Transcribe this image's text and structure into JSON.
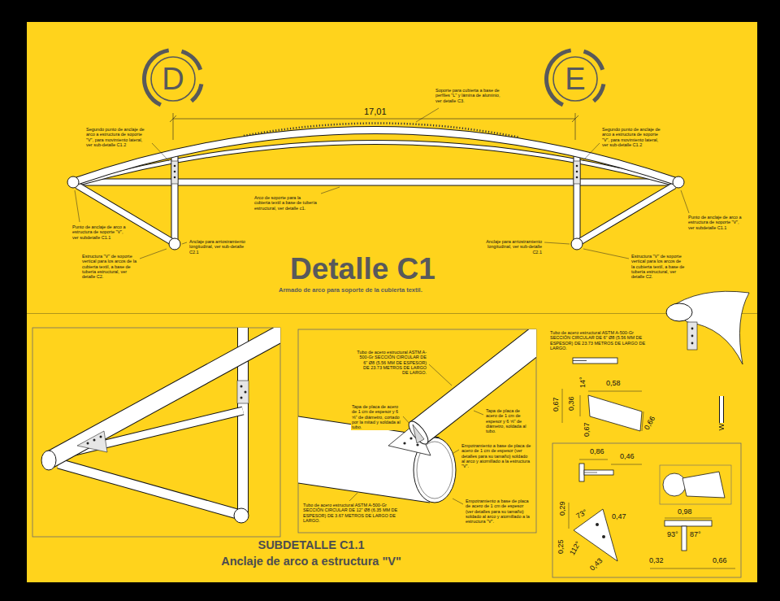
{
  "diagram": {
    "title": "Detalle C1",
    "caption": "Armado de arco para soporte de la cubierta textil.",
    "nodes": [
      {
        "text": [
          "D"
        ]
      },
      {
        "text": [
          "E"
        ]
      }
    ],
    "labels": [
      "17,01",
      "Soporte para cubierta a base de perfiles \"L\" y lámina de aluminio, ver detalle C3.",
      "Segundo punto de anclaje de arco a estructura de soporte \"V\", para movimiento lateral, ver sub-detalle C1.2",
      "Segundo punto de anclaje de arco a estructura de soporte \"V\", para movimiento lateral, ver sub-detalle C1.2",
      "Arco de soporte para la cubierta textil a base de tubería estructural, ver detalle c1.",
      "Punto de anclaje de arco a estructura de soporte \"V\", ver subdetalle C1.1",
      "Punto de anclaje de arco a estructura de soporte \"V\", ver subdetalle C1.1",
      "Anclaje para arriostramiento longitudinal, ver sub-detalle C2.1",
      "Anclaje para arriostramiento longitudinal, ver sub-detalle C2.1",
      "Estructura \"V\" de soporte vertical para los arcos de la cubierta textil, a base de tubería estructural, ver detalle C2.",
      "Estructura \"V\" de soporte vertical para los arcos de la cubierta textil, a base de tubería estructural, ver detalle C2.",
      "SUBDETALLE C1.1",
      "Anclaje de arco a estructura \"V\"",
      "Tubo de acero estructural ASTM A-500-Gr SECCIÓN CIRCULAR DE 6\" Ø8 (5.56 MM DE ESPESOR) DE 23.73 METROS DE LARGO DE LARGO.",
      "Tapa de placa de acero de 1 cm de espesor y 6 ⅝\" de diámetro, cortado por la mitad y soldada al tubo.",
      "Tapa de placa de acero de 1 cm de espesor y 6 ⅝\" de diámetro, soldada al tubo.",
      "Empotramiento a base de placa de acero de 1 cm de espesor (ver detalles para su tamaño) soldado al arco y atornillado a la estructura \"V\".",
      "Tubo de acero estructural ASTM A-500-Gr SECCIÓN CIRCULAR DE 12\" Ø8 (6.35 MM DE ESPESOR) DE 3.67 METROS DE LARGO DE LARGO.",
      "Empotramiento a base de placa de acero de 1 cm de espesor (ver detalles para su tamaño) soldado al arco y atornillado a la estructura \"V\".",
      "Tubo de acero estructural ASTM A-500-Gr SECCIÓN CIRCULAR DE 6\" Ø8 (5.56 MM DE ESPESOR) DE 23.73 METROS DE LARGO DE LARGO.",
      "0,58",
      "0,36",
      "14°",
      "0,67",
      "0,67",
      "0,66",
      "0,86",
      "0,46",
      "0,29",
      "73°",
      "0,47",
      "112°",
      "0,43",
      "0,25",
      "0,98",
      "93°",
      "87°",
      "0,32",
      "0,66"
    ]
  }
}
